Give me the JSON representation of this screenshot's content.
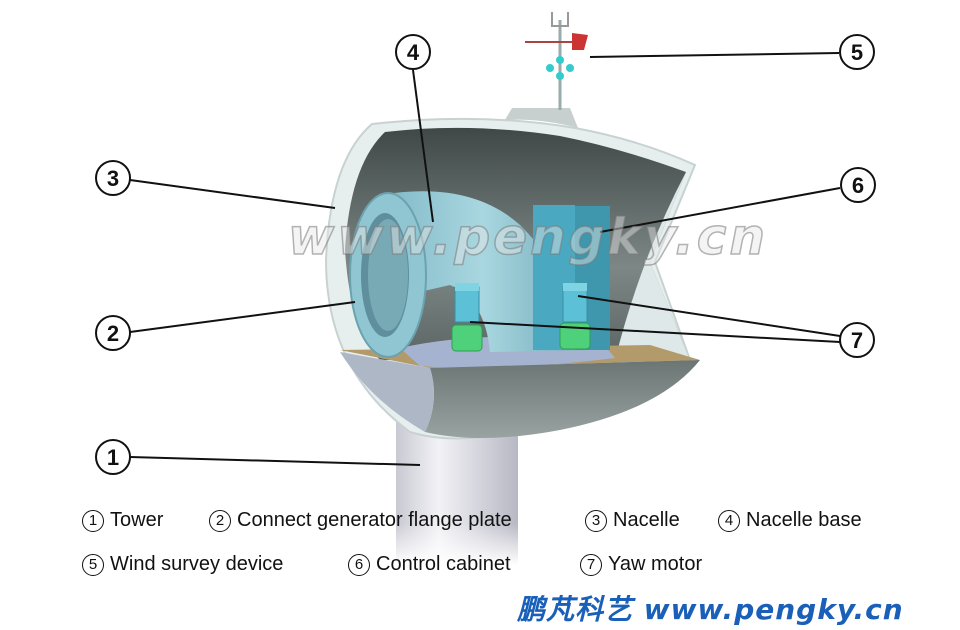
{
  "callouts": [
    "1",
    "2",
    "3",
    "4",
    "5",
    "6",
    "7"
  ],
  "legend": [
    {
      "num": "1",
      "label": "Tower"
    },
    {
      "num": "2",
      "label": "Connect generator flange plate"
    },
    {
      "num": "3",
      "label": "Nacelle"
    },
    {
      "num": "4",
      "label": "Nacelle base"
    },
    {
      "num": "5",
      "label": "Wind survey device"
    },
    {
      "num": "6",
      "label": "Control cabinet"
    },
    {
      "num": "7",
      "label": "Yaw motor"
    }
  ],
  "watermark": "www.pengky.cn",
  "brand": "鹏芃科艺 www.pengky.cn",
  "colors": {
    "brand": "#1a5fb8",
    "shell": "#e4eeee",
    "interior": "#56605f",
    "base": "#8ec5d0",
    "cabinet": "#4aa9c0",
    "motor": "#4fd07a"
  }
}
